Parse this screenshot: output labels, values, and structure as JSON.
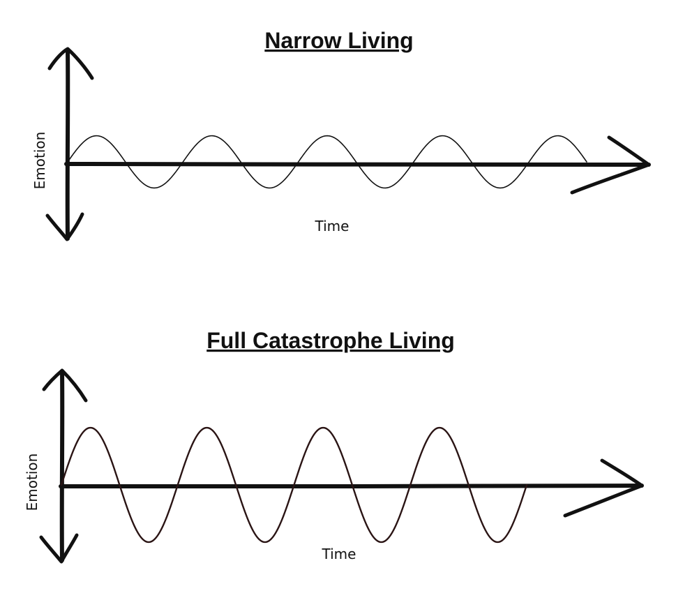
{
  "colors": {
    "axis": "#111111",
    "narrow_wave": "#111111",
    "full_wave": "#2a1414"
  },
  "panels": [
    {
      "title": "Narrow Living",
      "xlabel": "Time",
      "ylabel": "Emotion",
      "amplitude": 0.44,
      "cycles": 4.5
    },
    {
      "title": "Full Catastrophe Living",
      "xlabel": "Time",
      "ylabel": "Emotion",
      "amplitude": 1.0,
      "cycles": 4
    }
  ]
}
